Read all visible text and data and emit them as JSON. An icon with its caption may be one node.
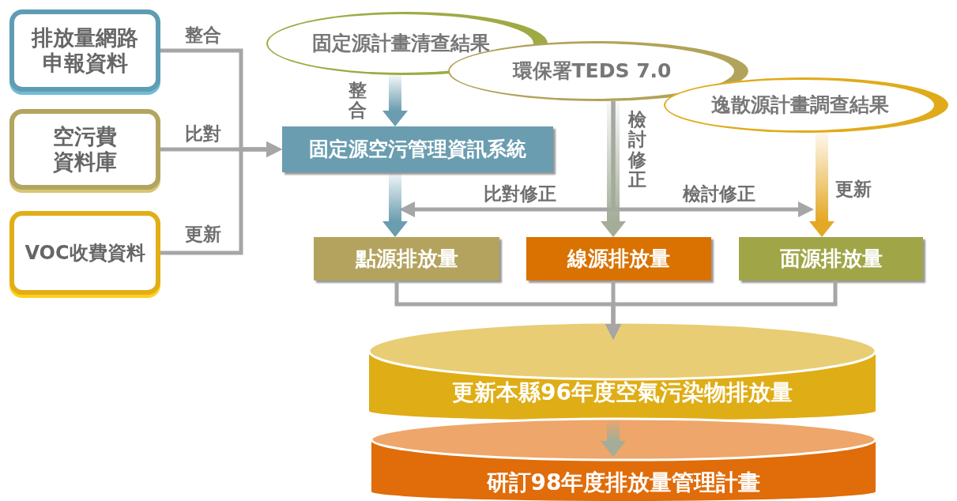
{
  "diagram": {
    "nodes": [
      {
        "text": [
          "排放量網路申報資料"
        ]
      },
      {
        "text": [
          "空污費資料庫"
        ]
      },
      {
        "text": [
          "VOC收費資料"
        ]
      },
      {
        "text": [
          "固定源計畫清查結果"
        ]
      },
      {
        "text": [
          "環保署TEDS 7.0"
        ]
      },
      {
        "text": [
          "逸散源計畫調查結果"
        ]
      },
      {
        "text": [
          "固定源空污管理資訊系統"
        ]
      },
      {
        "text": [
          "點源排放量"
        ]
      },
      {
        "text": [
          "線源排放量"
        ]
      },
      {
        "text": [
          "面源排放量"
        ]
      },
      {
        "text": [
          "更新本縣96年度空氣污染物排放量"
        ]
      },
      {
        "text": [
          "研訂98年度排放量管理計畫"
        ]
      }
    ],
    "edges": [
      {
        "from": 0,
        "to": 6,
        "arrow": "to",
        "label": "整合"
      },
      {
        "from": 1,
        "to": 6,
        "arrow": "to",
        "label": "比對"
      },
      {
        "from": 2,
        "to": 6,
        "arrow": "to",
        "label": "更新"
      },
      {
        "from": 3,
        "to": 6,
        "arrow": "to",
        "label": "整合",
        "style": "thick",
        "color": "#6a9db0"
      },
      {
        "from": 6,
        "to": 7,
        "arrow": "to",
        "style": "thick",
        "color": "#6a9db0"
      },
      {
        "from": 4,
        "to": 8,
        "arrow": "to",
        "label": "檢討修正",
        "style": "thick",
        "color": "#a3ad98"
      },
      {
        "from": 4,
        "to": 7,
        "arrow": "to",
        "label": "比對修正"
      },
      {
        "from": 4,
        "to": 9,
        "arrow": "to",
        "label": "檢討修正"
      },
      {
        "from": 5,
        "to": 9,
        "arrow": "to",
        "label": "更新",
        "style": "thick",
        "color": "#e3a825"
      },
      {
        "from": 7,
        "to": 10,
        "arrow": "to"
      },
      {
        "from": 8,
        "to": 10,
        "arrow": "to"
      },
      {
        "from": 9,
        "to": 10,
        "arrow": "to"
      },
      {
        "from": 10,
        "to": 11,
        "arrow": "to",
        "style": "thick",
        "color": "#a3ad98"
      }
    ]
  }
}
